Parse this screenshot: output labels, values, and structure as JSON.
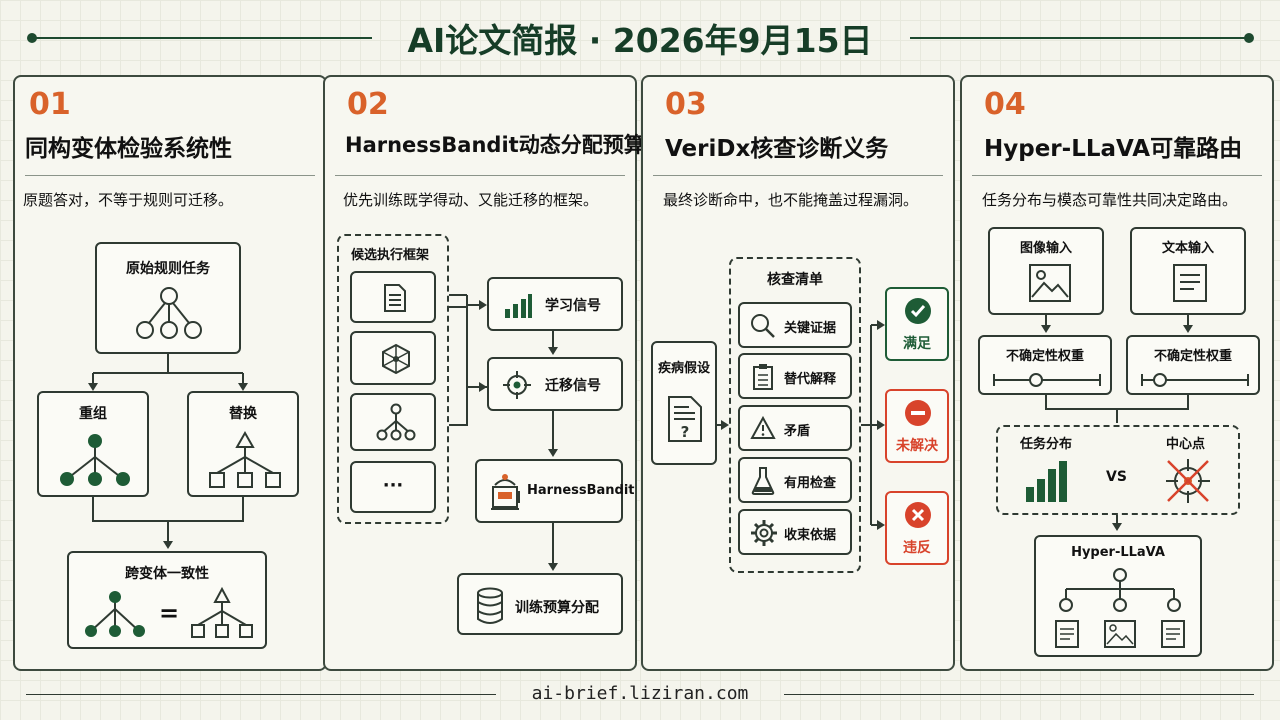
{
  "header": {
    "title": "AI论文简报 · 2026年9月15日"
  },
  "footer": {
    "url": "ai-brief.liziran.com"
  },
  "panels": [
    {
      "number": "01",
      "title": "同构变体检验系统性",
      "subtitle": "原题答对，不等于规则可迁移。",
      "nodes": {
        "original": "原始规则任务",
        "recombine": "重组",
        "replace": "替换",
        "consistency": "跨变体一致性"
      },
      "equals": "="
    },
    {
      "number": "02",
      "title": "HarnessBandit动态分配预算",
      "subtitle": "优先训练既学得动、又能迁移的框架。",
      "nodes": {
        "candidates": "候选执行框架",
        "ellipsis": "···",
        "learning": "学习信号",
        "transfer": "迁移信号",
        "bandit": "HarnessBandit",
        "budget": "训练预算分配"
      }
    },
    {
      "number": "03",
      "title": "VeriDx核查诊断义务",
      "subtitle": "最终诊断命中，也不能掩盖过程漏洞。",
      "nodes": {
        "hypothesis": "疾病假设",
        "checklist": "核查清单",
        "evidence": "关键证据",
        "alternative": "替代解释",
        "contradiction": "矛盾",
        "useful_test": "有用检查",
        "closure": "收束依据",
        "satisfied": "满足",
        "unresolved": "未解决",
        "violation": "违反"
      }
    },
    {
      "number": "04",
      "title": "Hyper-LLaVA可靠路由",
      "subtitle": "任务分布与模态可靠性共同决定路由。",
      "nodes": {
        "image_input": "图像输入",
        "text_input": "文本输入",
        "uncertainty_left": "不确定性权重",
        "uncertainty_right": "不确定性权重",
        "task_dist": "任务分布",
        "vs": "VS",
        "center": "中心点",
        "model": "Hyper-LLaVA"
      }
    }
  ],
  "colors": {
    "green": "#1e5c36",
    "orange": "#d9622a",
    "red": "#d8432b",
    "dark": "#2f3a32"
  }
}
